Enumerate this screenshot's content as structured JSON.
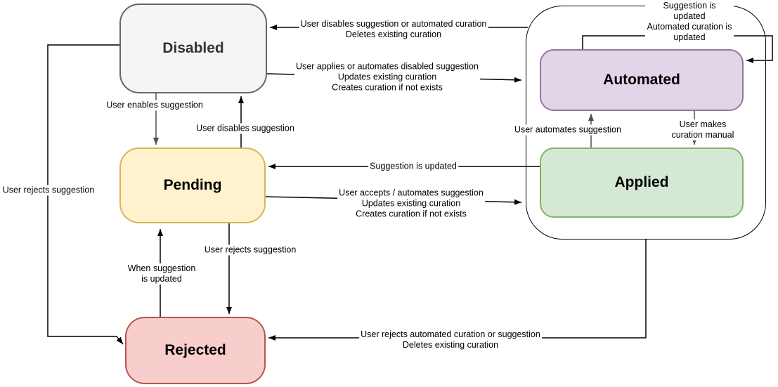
{
  "diagram": {
    "type": "state-diagram",
    "states": [
      {
        "id": "disabled",
        "label": "Disabled",
        "fill": "#f5f5f5",
        "stroke": "#666666"
      },
      {
        "id": "pending",
        "label": "Pending",
        "fill": "#fff2cc",
        "stroke": "#d6b656"
      },
      {
        "id": "rejected",
        "label": "Rejected",
        "fill": "#f8cecc",
        "stroke": "#b85450"
      },
      {
        "id": "automated",
        "label": "Automated",
        "fill": "#e1d5e7",
        "stroke": "#9673a6"
      },
      {
        "id": "applied",
        "label": "Applied",
        "fill": "#d5e8d4",
        "stroke": "#82b366"
      }
    ],
    "transitions": [
      {
        "from": "curation-group",
        "to": "disabled",
        "label": "User disables suggestion or automated curation\nDeletes existing curation"
      },
      {
        "from": "disabled",
        "to": "curation-group",
        "label": "User applies or automates disabled suggestion\nUpdates existing curation\nCreates curation if not exists"
      },
      {
        "from": "automated",
        "to": "automated",
        "label": "Suggestion is updated\nAutomated curation is updated"
      },
      {
        "from": "disabled",
        "to": "pending",
        "label": "User enables suggestion"
      },
      {
        "from": "pending",
        "to": "disabled",
        "label": "User disables suggestion"
      },
      {
        "from": "applied",
        "to": "pending",
        "label": "Suggestion is updated"
      },
      {
        "from": "pending",
        "to": "curation-group",
        "label": "User accepts / automates suggestion\nUpdates existing curation\nCreates curation if not exists"
      },
      {
        "from": "applied",
        "to": "automated",
        "label": "User automates suggestion"
      },
      {
        "from": "automated",
        "to": "applied",
        "label": "User makes curation manual"
      },
      {
        "from": "disabled",
        "to": "rejected",
        "label": "User rejects suggestion"
      },
      {
        "from": "rejected",
        "to": "pending",
        "label": "When suggestion\nis updated"
      },
      {
        "from": "pending",
        "to": "rejected",
        "label": "User rejects suggestion"
      },
      {
        "from": "curation-group",
        "to": "rejected",
        "label": "User rejects automated curation or suggestion\nDeletes existing curation"
      }
    ],
    "edge_colors": {
      "default": "#000000",
      "muted": "#666666"
    }
  }
}
